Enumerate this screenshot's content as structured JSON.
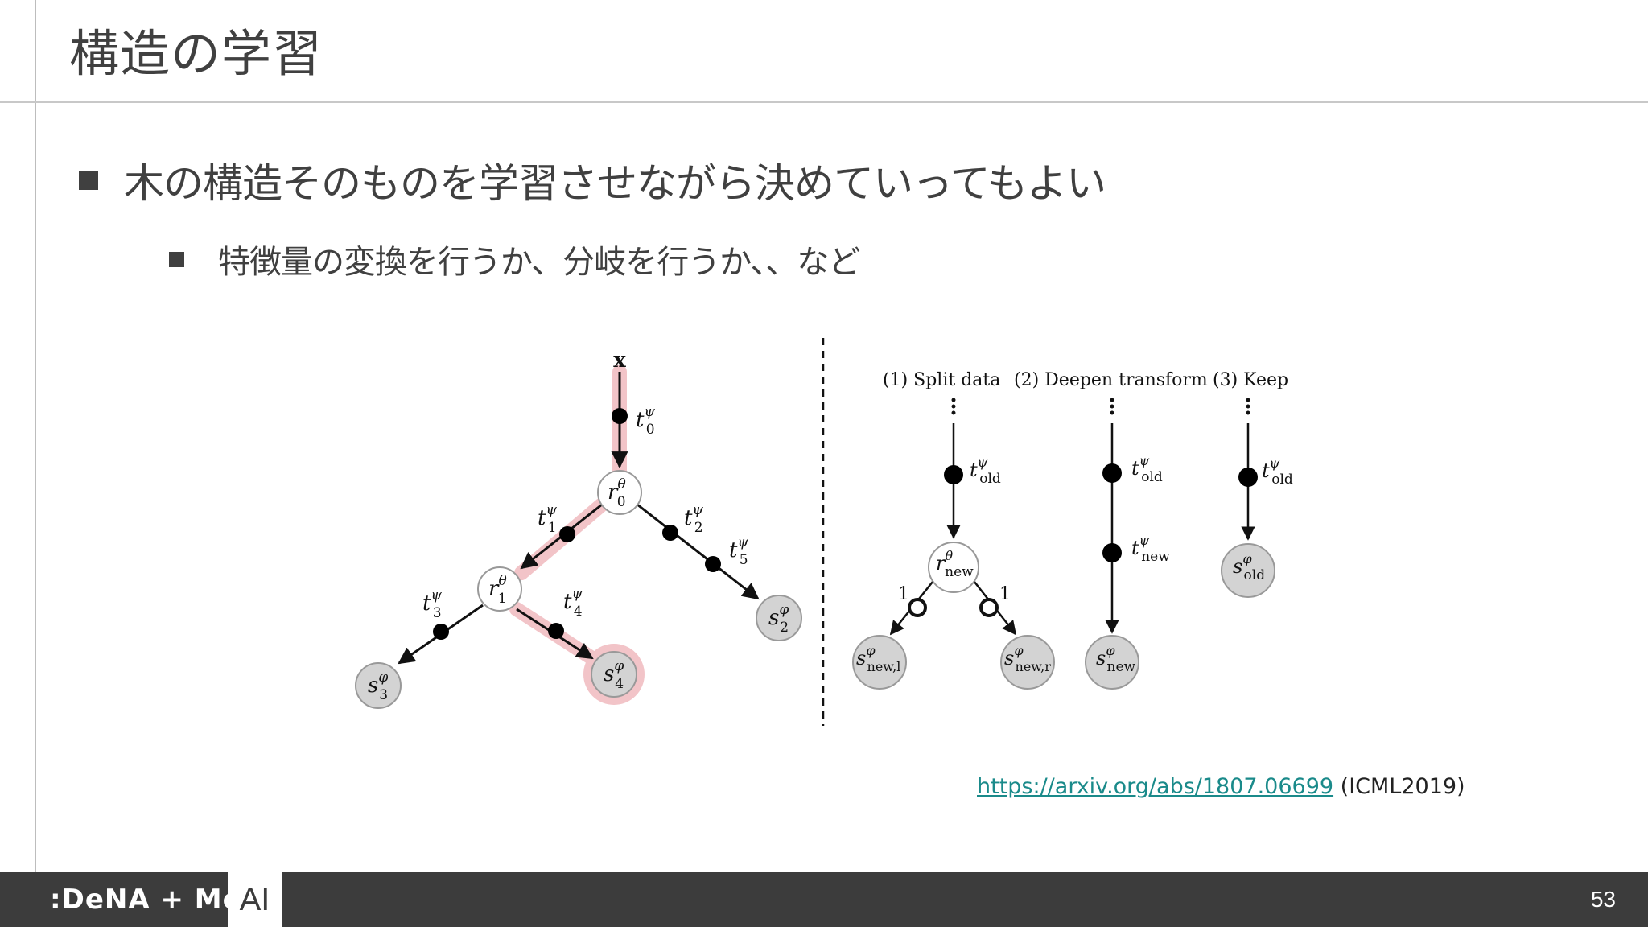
{
  "slide": {
    "title": "構造の学習",
    "page_number": "53"
  },
  "bullets": [
    {
      "text": "木の構造そのものを学習させながら決めていってもよい"
    },
    {
      "text": "特徴量の変換を行うか、分岐を行うか、、など"
    }
  ],
  "diagram": {
    "input_label": "x",
    "left_tree": {
      "t0": {
        "base": "t",
        "sup": "ψ",
        "sub": "0"
      },
      "r0": {
        "base": "r",
        "sup": "θ",
        "sub": "0"
      },
      "t1": {
        "base": "t",
        "sup": "ψ",
        "sub": "1"
      },
      "t2": {
        "base": "t",
        "sup": "ψ",
        "sub": "2"
      },
      "t5": {
        "base": "t",
        "sup": "ψ",
        "sub": "5"
      },
      "r1": {
        "base": "r",
        "sup": "θ",
        "sub": "1"
      },
      "t3": {
        "base": "t",
        "sup": "ψ",
        "sub": "3"
      },
      "t4": {
        "base": "t",
        "sup": "ψ",
        "sub": "4"
      },
      "s2": {
        "base": "s",
        "sup": "φ",
        "sub": "2"
      },
      "s3": {
        "base": "s",
        "sup": "φ",
        "sub": "3"
      },
      "s4": {
        "base": "s",
        "sup": "φ",
        "sub": "4"
      }
    },
    "operations": {
      "split_label": "(1) Split data",
      "deepen_label": "(2) Deepen transform",
      "keep_label": "(3) Keep",
      "split": {
        "t_old": {
          "base": "t",
          "sup": "ψ",
          "sub": "old"
        },
        "r_new": {
          "base": "r",
          "sup": "θ",
          "sub": "new"
        },
        "left_edge": "1",
        "right_edge": "1",
        "s_left": {
          "base": "s",
          "sup": "φ",
          "sub": "new,l"
        },
        "s_right": {
          "base": "s",
          "sup": "φ",
          "sub": "new,r"
        }
      },
      "deepen": {
        "t_old": {
          "base": "t",
          "sup": "ψ",
          "sub": "old"
        },
        "t_new": {
          "base": "t",
          "sup": "ψ",
          "sub": "new"
        },
        "s_new": {
          "base": "s",
          "sup": "φ",
          "sub": "new"
        }
      },
      "keep": {
        "t_old": {
          "base": "t",
          "sup": "ψ",
          "sub": "old"
        },
        "s_old": {
          "base": "s",
          "sup": "φ",
          "sub": "old"
        }
      }
    },
    "colors": {
      "highlight": "#f2c4c8",
      "leaf_fill": "#d3d3d3",
      "router_fill": "#ffffff",
      "transformer_fill": "#000000"
    }
  },
  "citation": {
    "url": "https://arxiv.org/abs/1807.06699",
    "venue": "(ICML2019)"
  },
  "footer": {
    "logo": ":DeNA + MoT",
    "ai": "AI"
  }
}
